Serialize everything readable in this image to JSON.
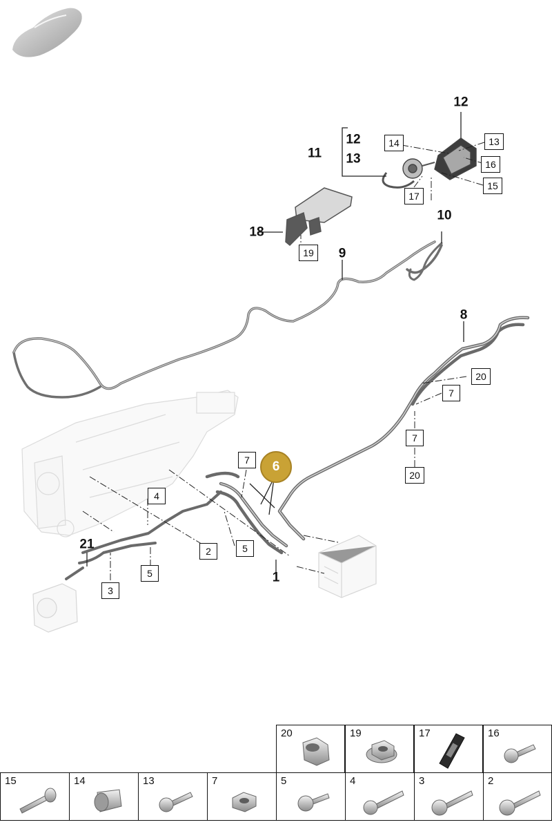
{
  "diagram": {
    "labels": [
      "1",
      "2",
      "3",
      "4",
      "5",
      "6",
      "7",
      "8",
      "9",
      "10",
      "11",
      "12",
      "13",
      "18",
      "21"
    ],
    "callouts": {
      "c1": "1",
      "c8": "8",
      "c9": "9",
      "c10": "10",
      "c11": "11",
      "c12_top": "12",
      "c12_bracket": "12",
      "c13_bracket": "13",
      "c18": "18",
      "c21": "21"
    },
    "boxes": {
      "b14": "14",
      "b13": "13",
      "b16": "16",
      "b15": "15",
      "b17": "17",
      "b19": "19",
      "b20a": "20",
      "b7a": "7",
      "b7b": "7",
      "b20b": "20",
      "b7c": "7",
      "b4": "4",
      "b2": "2",
      "b5a": "5",
      "b5b": "5",
      "b3": "3"
    },
    "highlight": {
      "label": "6",
      "color": "#c9a235"
    }
  },
  "fastener_grid": {
    "row1": [
      "20",
      "19",
      "17",
      "16"
    ],
    "row2": [
      "15",
      "14",
      "13",
      "7",
      "5",
      "4",
      "3",
      "2"
    ]
  },
  "icons": {
    "vehicle": "car-silhouette-icon",
    "transmission": "transmission-unit-icon",
    "compressor": "ac-compressor-icon",
    "battery": "battery-module-icon"
  }
}
